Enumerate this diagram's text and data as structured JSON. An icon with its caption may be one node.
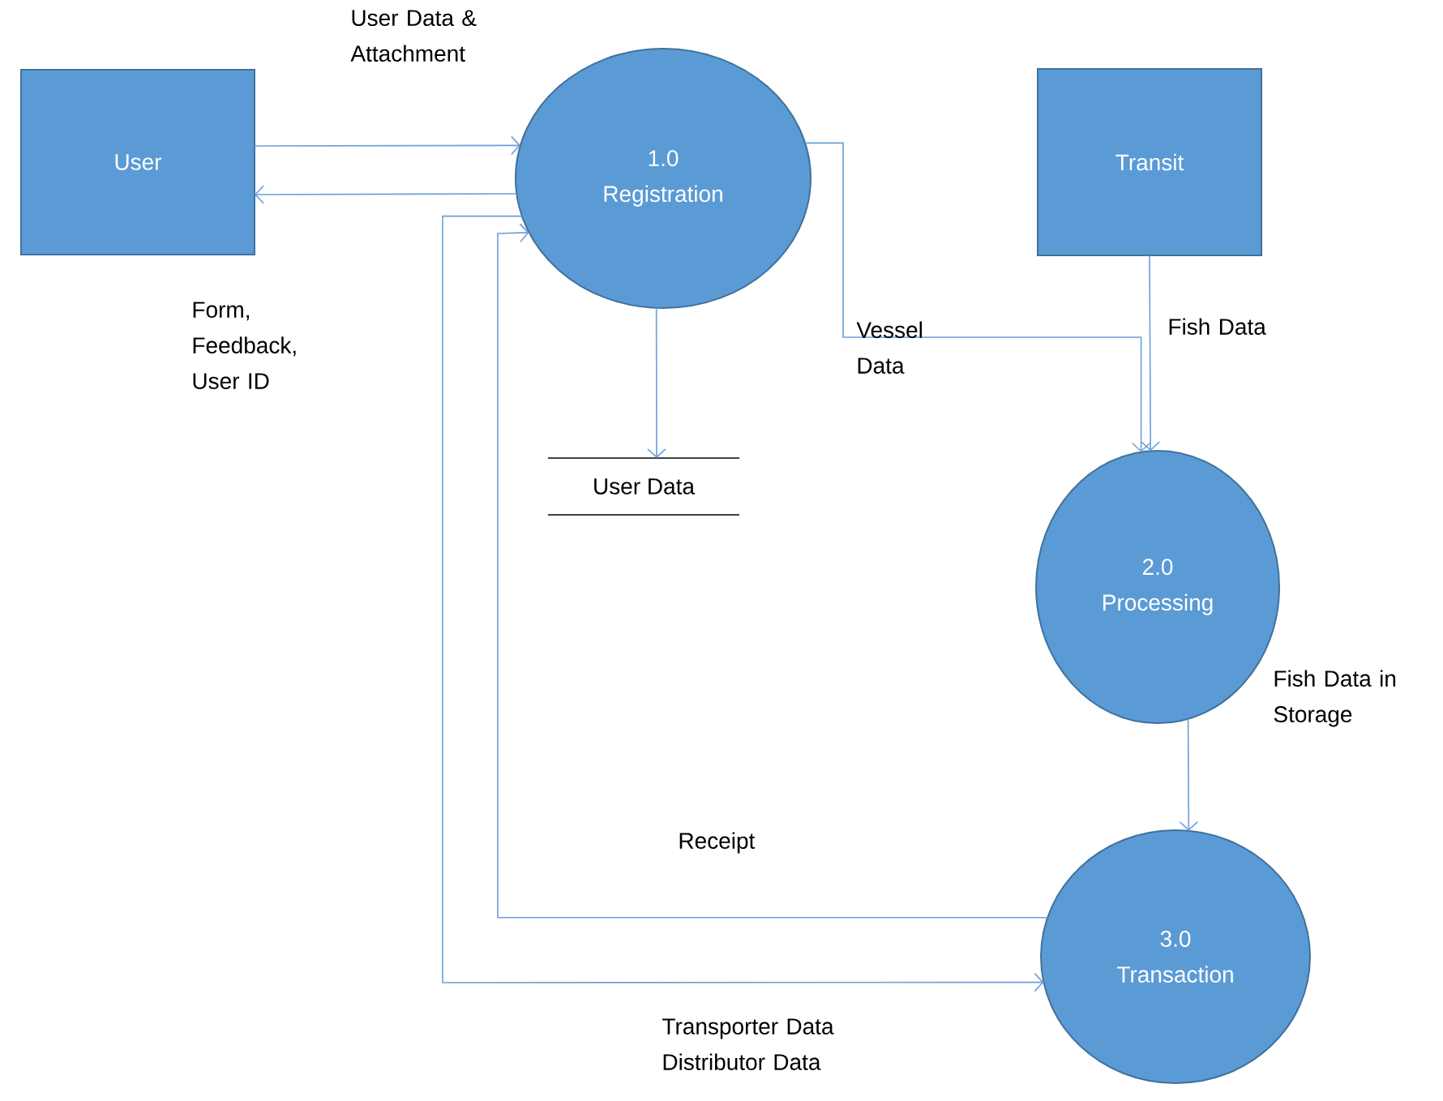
{
  "diagram": {
    "nodes": [
      {
        "text": [
          "User"
        ]
      },
      {
        "text": [
          "1.0",
          "Registration"
        ]
      },
      {
        "text": [
          "Transit"
        ]
      },
      {
        "text": [
          "User Data"
        ]
      },
      {
        "text": [
          "2.0",
          "Processing"
        ]
      },
      {
        "text": [
          "3.0",
          "Transaction"
        ]
      }
    ],
    "edges": [
      {
        "from": 0,
        "to": 1,
        "arrow": "to",
        "label": "User Data & Attachment"
      },
      {
        "from": 1,
        "to": 0,
        "arrow": "to",
        "label": "Form, Feedback, User ID"
      },
      {
        "from": 1,
        "to": 3,
        "arrow": "to"
      },
      {
        "from": 1,
        "to": 4,
        "arrow": "to",
        "label": "Vessel Data"
      },
      {
        "from": 2,
        "to": 4,
        "arrow": "to",
        "label": "Fish Data"
      },
      {
        "from": 4,
        "to": 5,
        "arrow": "to",
        "label": "Fish Data in Storage"
      },
      {
        "from": 5,
        "to": 1,
        "arrow": "to",
        "label": "Receipt"
      },
      {
        "from": 1,
        "to": 5,
        "arrow": "to",
        "label": "Transporter Data Distributor Data"
      }
    ]
  }
}
